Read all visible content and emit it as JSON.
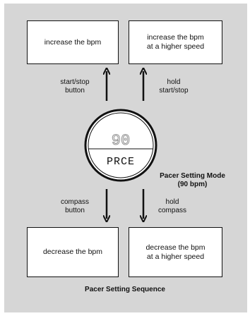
{
  "boxes": {
    "top_left": "increase the bpm",
    "top_right": "increase the bpm\nat a higher speed",
    "bottom_left": "decrease the bpm",
    "bottom_right": "decrease the bpm\nat a higher speed"
  },
  "labels": {
    "start_stop": "start/stop\nbutton",
    "hold_start_stop": "hold\nstart/stop",
    "compass": "compass\nbutton",
    "hold_compass": "hold\ncompass"
  },
  "display": {
    "value": "90",
    "mode_text": "PRCE"
  },
  "mode_caption": "Pacer Setting Mode\n(90 bpm)",
  "footer": "Pacer Setting Sequence",
  "colors": {
    "panel": "#d6d6d6",
    "line": "#111111",
    "value_gray": "#999999"
  }
}
